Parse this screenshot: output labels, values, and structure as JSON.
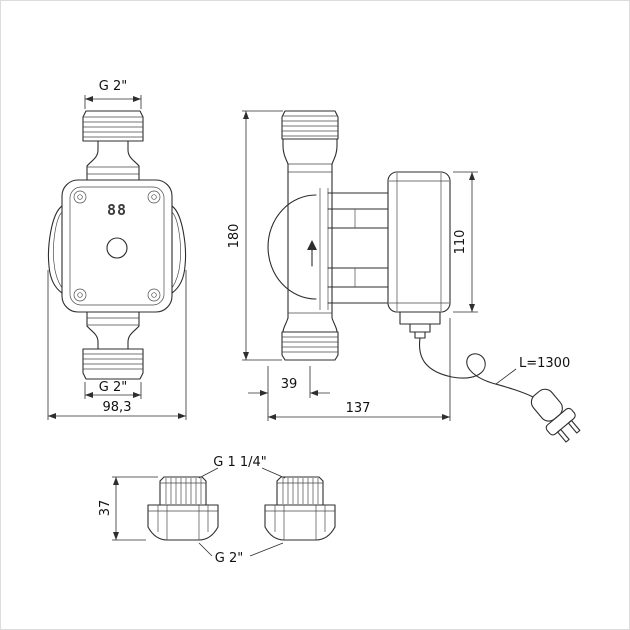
{
  "drawing": {
    "front_view": {
      "top_port_label": "G 2\"",
      "bottom_port_label": "G 2\"",
      "overall_width": "98,3",
      "display_value": "88"
    },
    "side_view": {
      "overall_height": "180",
      "port_offset": "39",
      "overall_depth": "137",
      "motor_height": "110",
      "cable_length_label": "L=1300"
    },
    "fittings": {
      "tailpiece_label": "G 1 1/4\"",
      "nut_label": "G 2\"",
      "height": "37"
    }
  }
}
